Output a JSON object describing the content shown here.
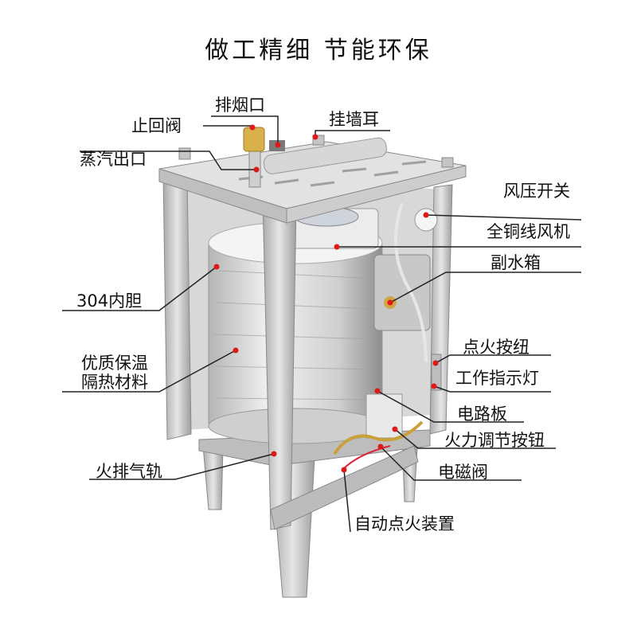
{
  "title": "做工精细 节能环保",
  "labels": {
    "chimney": "排烟口",
    "check_valve": "止回阀",
    "wall_ear": "挂墙耳",
    "steam_outlet": "蒸汽出口",
    "pressure_switch": "风压开关",
    "fan": "全铜线风机",
    "aux_tank": "副水箱",
    "inner_tank": "304内胆",
    "insulation_line1": "优质保温",
    "insulation_line2": "隔热材料",
    "ignition_button": "点火按纽",
    "indicator_light": "工作指示灯",
    "circuit_board": "电路板",
    "fire_knob": "火力调节按钮",
    "exhaust_rail": "火排气轨",
    "solenoid_valve": "电磁阀",
    "auto_ignition": "自动点火装置"
  },
  "colors": {
    "frame": "#c9c9c9",
    "frame_dark": "#9b9b9b",
    "insulation": "#dcdcdc",
    "marker": "#e01818",
    "line": "#222222",
    "brass": "#d9b14a"
  }
}
